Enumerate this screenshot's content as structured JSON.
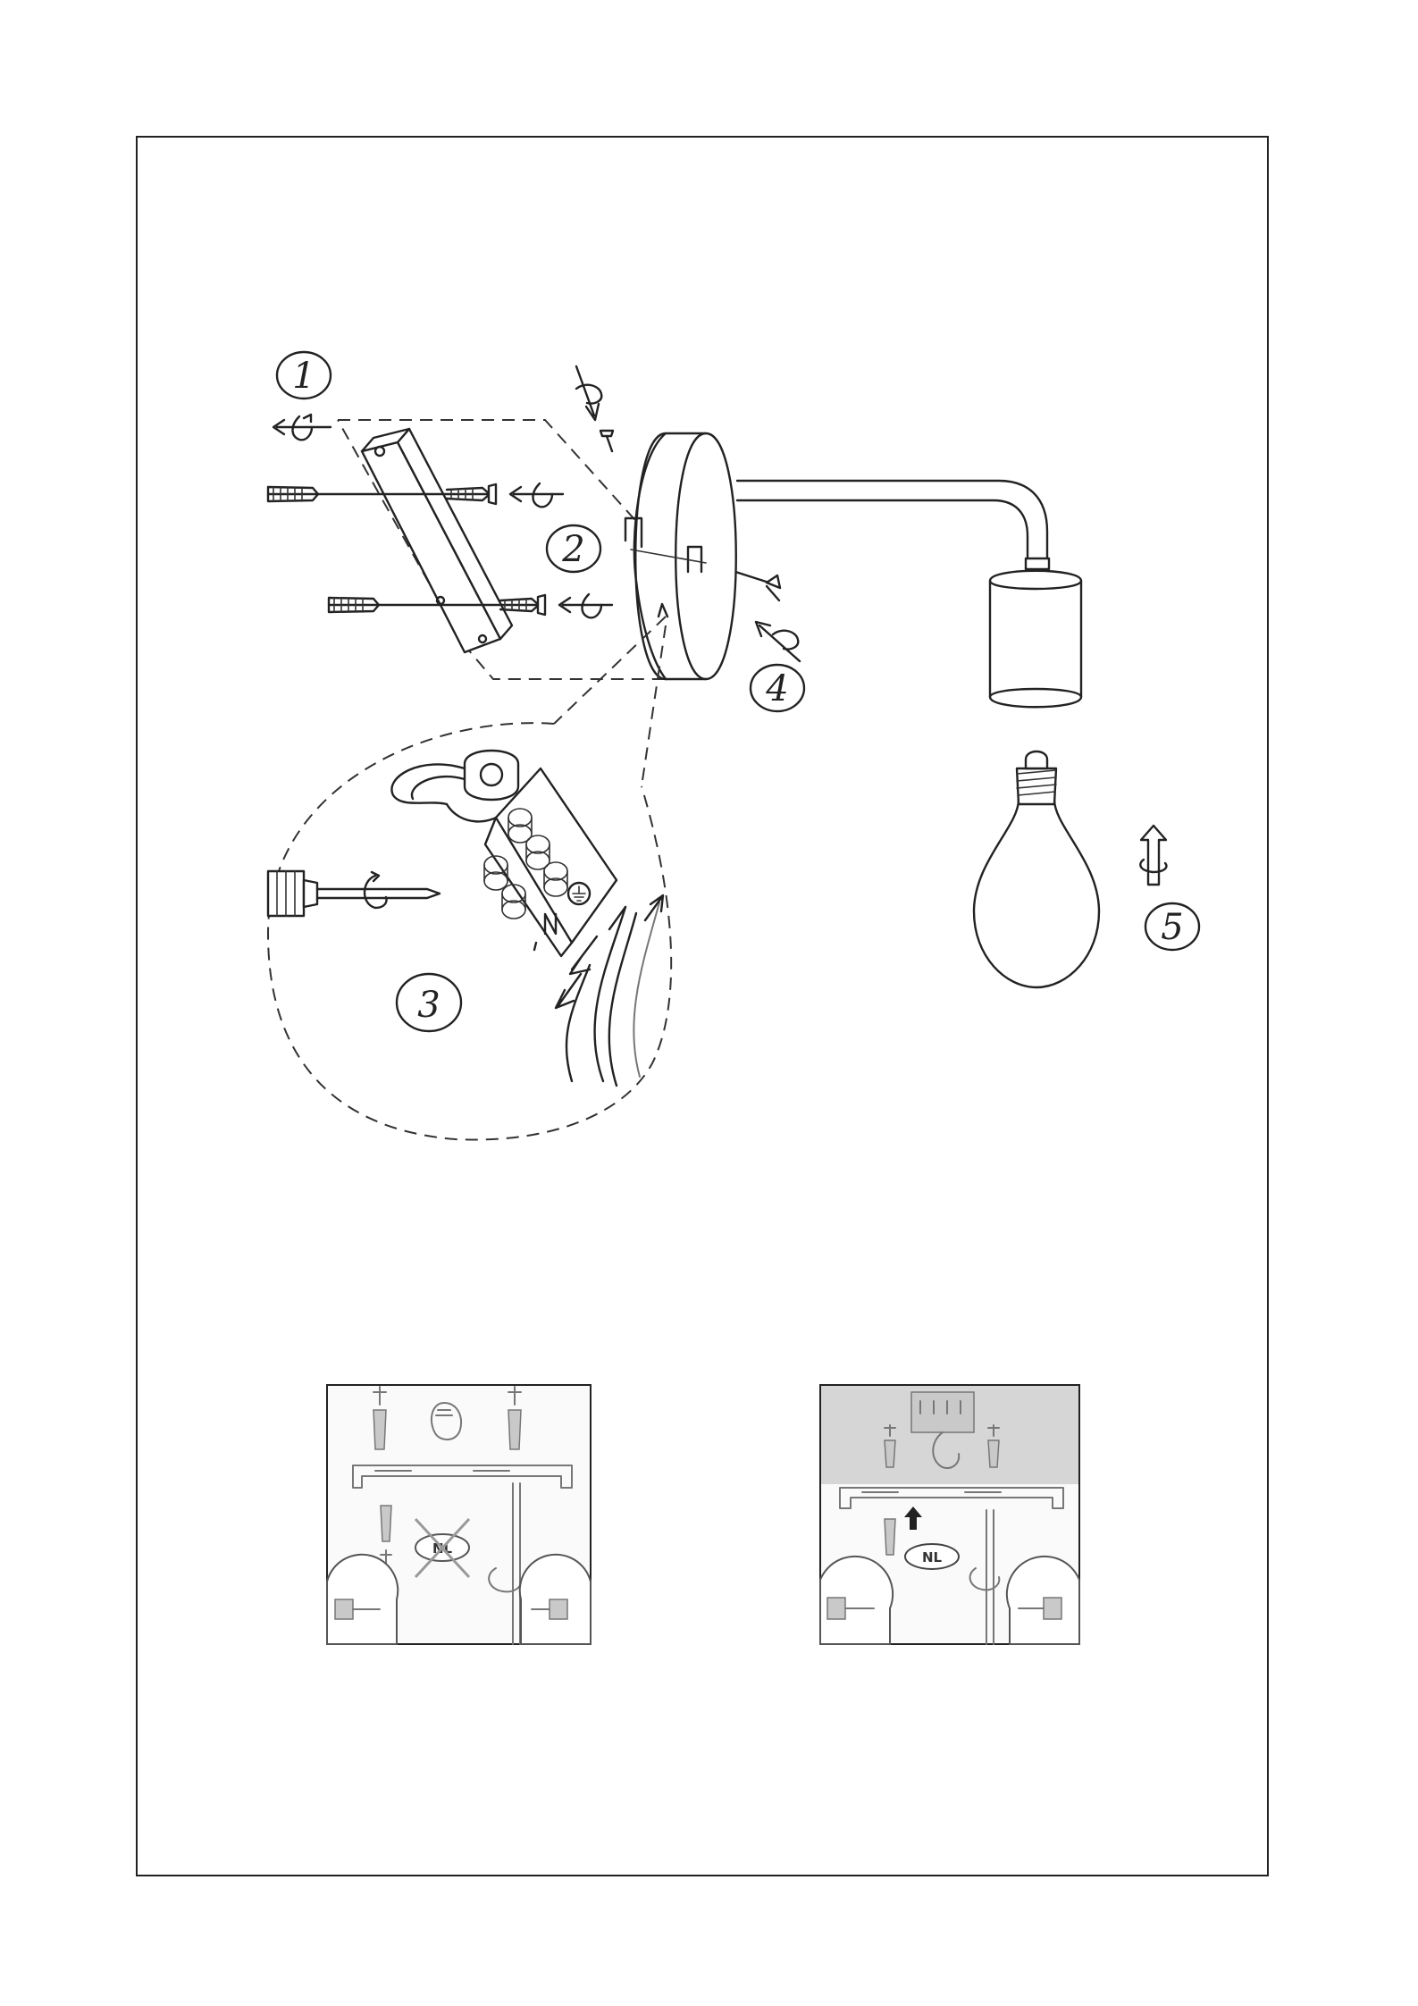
{
  "main_diagram": {
    "steps": [
      {
        "label": "1"
      },
      {
        "label": "2"
      },
      {
        "label": "3"
      },
      {
        "label": "4"
      },
      {
        "label": "5"
      }
    ]
  },
  "panels": [
    {
      "badge": "NL",
      "badge_crossed": true
    },
    {
      "badge": "NL",
      "badge_crossed": false
    }
  ],
  "colors": {
    "line": "#222222",
    "panel_gray": "#9a9a9a",
    "ceiling": "#d6d6d6"
  }
}
